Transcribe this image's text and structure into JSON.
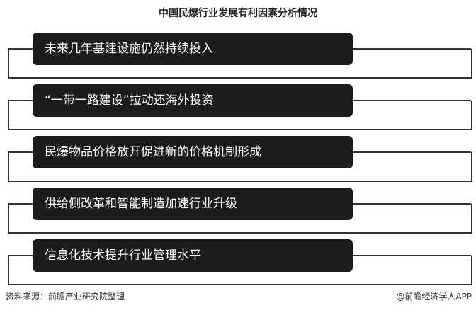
{
  "title": "中国民爆行业发展有利因素分析情况",
  "items": [
    {
      "label": "未来几年基建设施仍然持续投入"
    },
    {
      "label": "“一带一路建设”拉动还海外投资"
    },
    {
      "label": "民爆物品价格放开促进新的价格机制形成"
    },
    {
      "label": "供给侧改革和智能制造加速行业升级"
    },
    {
      "label": "信息化技术提升行业管理水平"
    }
  ],
  "footer": {
    "source": "资料来源：前瞻产业研究院整理",
    "credit": "@前瞻经济学人APP"
  },
  "watermark": "前瞻产业研究院"
}
